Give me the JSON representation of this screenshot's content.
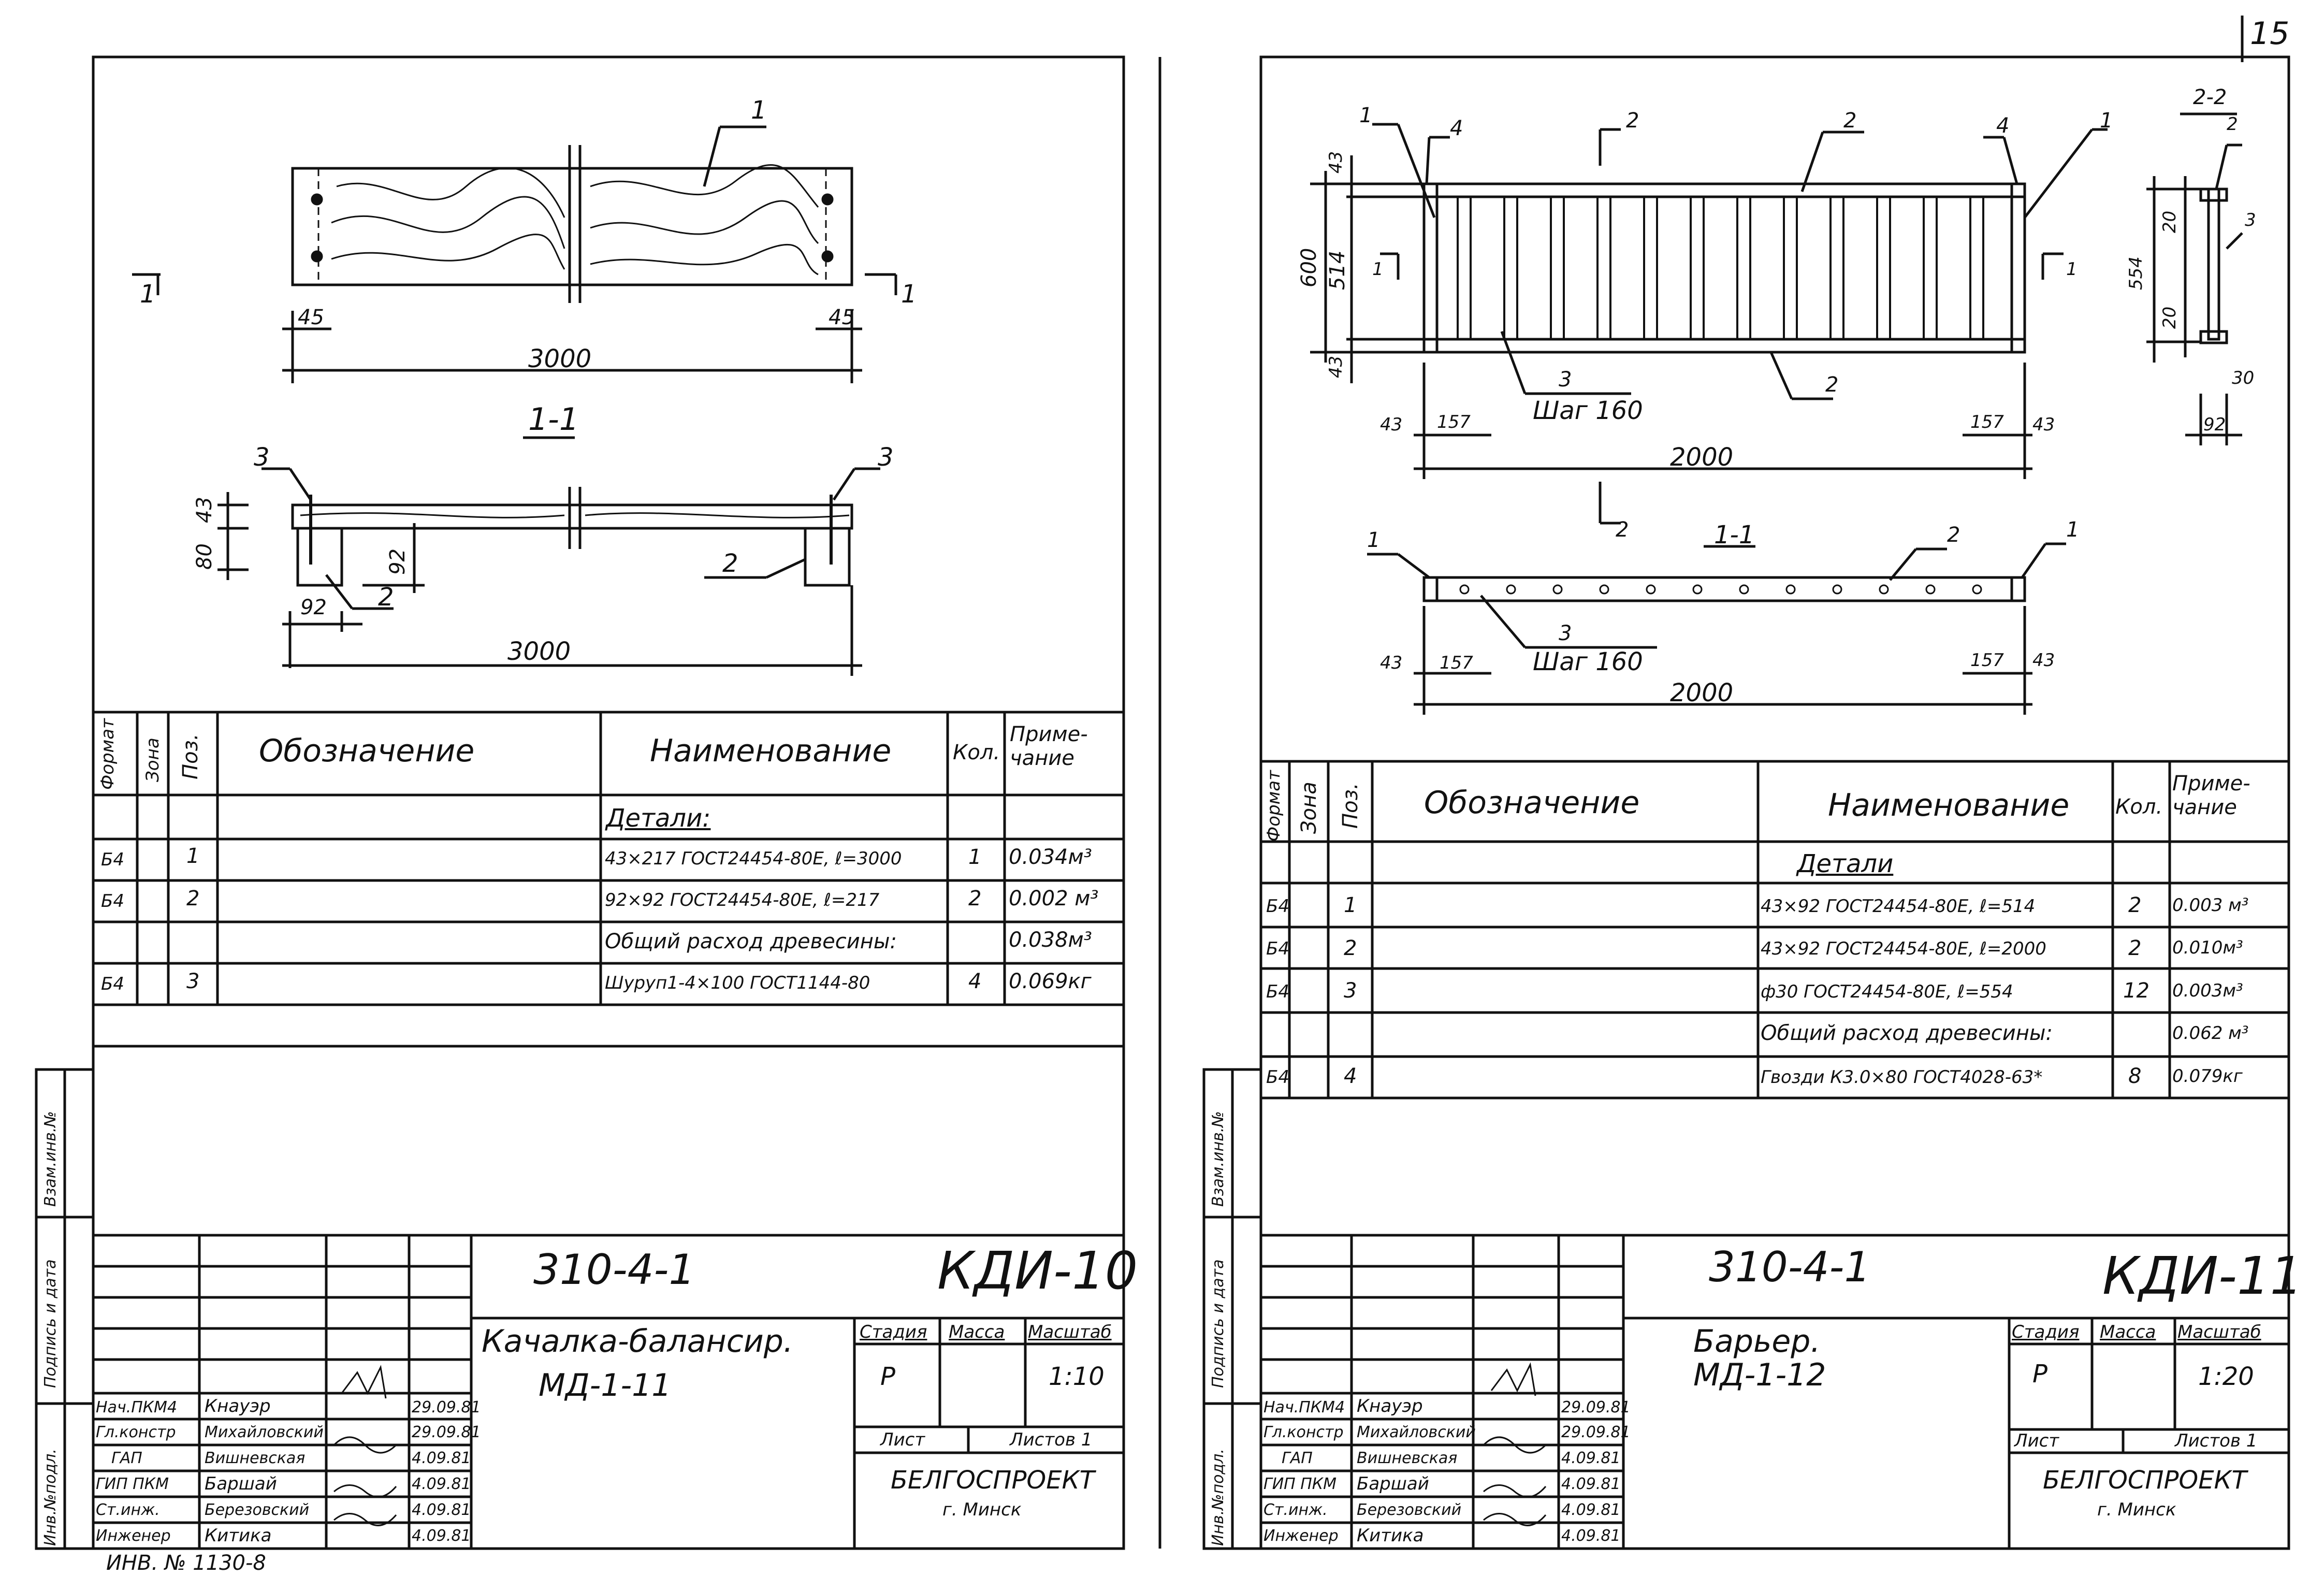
{
  "page_number": "15",
  "left": {
    "doc_code": "310-4-1",
    "sheet_code": "КДИ-10",
    "title": "Качалка-балансир.",
    "subtitle": "МД-1-11",
    "stage": "Р",
    "scale": "1:10",
    "stage_label": "Стадия",
    "mass_label": "Масса",
    "scale_label": "Масштаб",
    "sheet_label": "Лист",
    "sheets_label": "Листов 1",
    "org": "БЕЛГОСПРОЕКТ",
    "city": "г. Минск",
    "inv_no": "ИНВ. № 1130-8",
    "drawing": {
      "pos1": "1",
      "pos2": "2",
      "pos3a": "3",
      "pos3b": "3",
      "pos2b": "2",
      "sec_mark": "1",
      "sec_mark_b": "1",
      "dim_3000_top": "3000",
      "dim_45_l": "45",
      "dim_45_r": "45",
      "section_title": "1-1",
      "dim_43": "43",
      "dim_80": "80",
      "dim_92": "92",
      "dim_92v": "92",
      "dim_3000_bottom": "3000"
    },
    "table_headers": {
      "format": "Формат",
      "zone": "Зона",
      "pos": "Поз.",
      "designation": "Обозначение",
      "name": "Наименование",
      "qty": "Кол.",
      "note": "Приме-чание"
    },
    "rows": [
      {
        "format": "",
        "pos": "",
        "name": "Детали:",
        "qty": "",
        "note": ""
      },
      {
        "format": "Б4",
        "pos": "1",
        "name": "43×217 ГОСТ24454-80Е, ℓ=3000",
        "qty": "1",
        "note": "0.034м³"
      },
      {
        "format": "Б4",
        "pos": "2",
        "name": "92×92 ГОСТ24454-80Е, ℓ=217",
        "qty": "2",
        "note": "0.002 м³"
      },
      {
        "format": "",
        "pos": "",
        "name": "Общий расход древесины:",
        "qty": "",
        "note": "0.038м³"
      },
      {
        "format": "Б4",
        "pos": "3",
        "name": "Шуруп1-4×100 ГОСТ1144-80",
        "qty": "4",
        "note": "0.069кг"
      }
    ],
    "signers": [
      {
        "role": "Нач.ПКМ4",
        "name": "Кнауэр",
        "date": "29.09.81"
      },
      {
        "role": "Гл.констр",
        "name": "Михайловский",
        "date": "29.09.81"
      },
      {
        "role": "ГАП",
        "name": "Вишневская",
        "date": "4.09.81"
      },
      {
        "role": "ГИП ПКМ",
        "name": "Баршай",
        "date": "4.09.81"
      },
      {
        "role": "Ст.инж.",
        "name": "Березовский",
        "date": "4.09.81"
      },
      {
        "role": "Инженер",
        "name": "Китика",
        "date": "4.09.81"
      }
    ],
    "side_labels": [
      "Инв.№подл.",
      "Подпись и дата",
      "Взам.инв.№"
    ]
  },
  "right": {
    "doc_code": "310-4-1",
    "sheet_code": "КДИ-11",
    "title": "Барьер.",
    "subtitle": "МД-1-12",
    "stage": "Р",
    "scale": "1:20",
    "stage_label": "Стадия",
    "mass_label": "Масса",
    "scale_label": "Масштаб",
    "sheet_label": "Лист",
    "sheets_label": "Листов 1",
    "org": "БЕЛГОСПРОЕКТ",
    "city": "г. Минск",
    "drawing": {
      "pos1a": "1",
      "pos4a": "4",
      "pos2a": "2",
      "pos2top": "2",
      "pos4b": "4",
      "pos1b": "1",
      "sec22": "2-2",
      "sec22_2": "2",
      "sec22_3": "3",
      "dim_43a": "43",
      "dim_600": "600",
      "dim_514": "514",
      "dim_43b": "43",
      "pos3": "3",
      "step": "Шаг 160",
      "pos2bot": "2",
      "dim_43c": "43",
      "dim_157a": "157",
      "dim_157b": "157",
      "dim_43d": "43",
      "dim_2000": "2000",
      "dim_554": "554",
      "dim_20a": "20",
      "dim_20b": "20",
      "dim_30": "30",
      "dim_92": "92",
      "sec_arrow1": "1",
      "sec_arrow1b": "1",
      "sec_arrow2": "2",
      "section_title": "1-1",
      "pos1c": "1",
      "pos2c": "2",
      "pos1d": "1",
      "pos3b": "3",
      "step_b": "Шаг 160",
      "dim_43e": "43",
      "dim_157c": "157",
      "dim_157d": "157",
      "dim_43f": "43",
      "dim_2000b": "2000"
    },
    "table_headers": {
      "format": "Формат",
      "zone": "Зона",
      "pos": "Поз.",
      "designation": "Обозначение",
      "name": "Наименование",
      "qty": "Кол.",
      "note": "Приме-чание"
    },
    "rows": [
      {
        "format": "",
        "pos": "",
        "name": "Детали",
        "qty": "",
        "note": ""
      },
      {
        "format": "Б4",
        "pos": "1",
        "name": "43×92 ГОСТ24454-80Е, ℓ=514",
        "qty": "2",
        "note": "0.003 м³"
      },
      {
        "format": "Б4",
        "pos": "2",
        "name": "43×92 ГОСТ24454-80Е, ℓ=2000",
        "qty": "2",
        "note": "0.010м³"
      },
      {
        "format": "Б4",
        "pos": "3",
        "name": "ф30 ГОСТ24454-80Е, ℓ=554",
        "qty": "12",
        "note": "0.003м³"
      },
      {
        "format": "",
        "pos": "",
        "name": "Общий расход древесины:",
        "qty": "",
        "note": "0.062 м³"
      },
      {
        "format": "Б4",
        "pos": "4",
        "name": "Гвозди К3.0×80 ГОСТ4028-63*",
        "qty": "8",
        "note": "0.079кг"
      }
    ],
    "signers": [
      {
        "role": "Нач.ПКМ4",
        "name": "Кнауэр",
        "date": "29.09.81"
      },
      {
        "role": "Гл.констр",
        "name": "Михайловский",
        "date": "29.09.81"
      },
      {
        "role": "ГАП",
        "name": "Вишневская",
        "date": "4.09.81"
      },
      {
        "role": "ГИП ПКМ",
        "name": "Баршай",
        "date": "4.09.81"
      },
      {
        "role": "Ст.инж.",
        "name": "Березовский",
        "date": "4.09.81"
      },
      {
        "role": "Инженер",
        "name": "Китика",
        "date": "4.09.81"
      }
    ],
    "side_labels": [
      "Инв.№подл.",
      "Подпись и дата",
      "Взам.инв.№"
    ]
  }
}
